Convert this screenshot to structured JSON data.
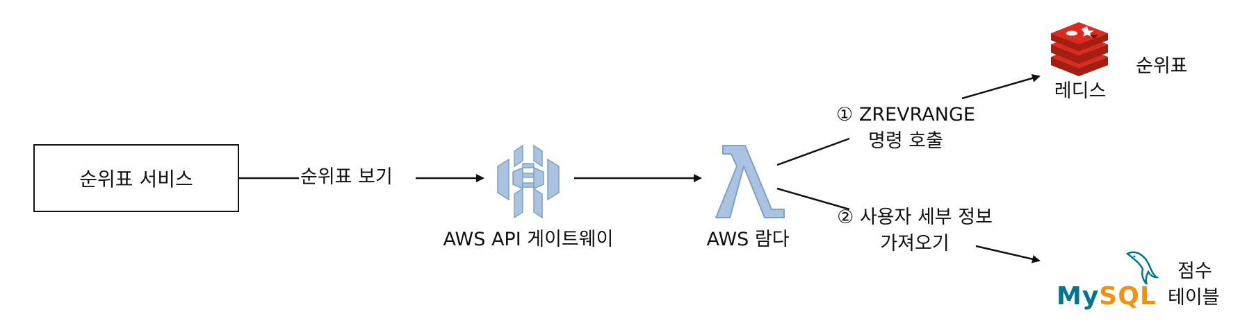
{
  "diagram": {
    "service_box": {
      "label": "순위표 서비스"
    },
    "edge_view": {
      "label": "순위표 보기"
    },
    "api_gateway": {
      "label": "AWS API 게이트웨이",
      "icon": "api-gateway-icon",
      "color": "#a9c3e0"
    },
    "lambda": {
      "label": "AWS 람다",
      "icon": "lambda-icon",
      "color": "#a9c3e0"
    },
    "edge_redis": {
      "line1": "① ZREVRANGE",
      "line2": "명령 호출"
    },
    "redis": {
      "label": "레디스",
      "caption": "순위표",
      "icon": "redis-icon",
      "color": "#c6302b"
    },
    "edge_mysql": {
      "line1": "② 사용자 세부 정보",
      "line2": "가져오기"
    },
    "mysql": {
      "logo_text": "MySQL",
      "caption_line1": "점수",
      "caption_line2": "테이블",
      "icon": "mysql-dolphin-icon",
      "colors": {
        "my": "#00758f",
        "sql": "#f29111"
      }
    }
  }
}
